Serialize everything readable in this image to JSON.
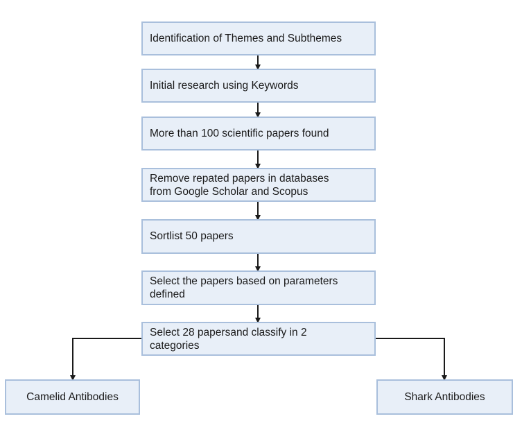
{
  "steps": [
    "Identification of Themes and Subthemes",
    "Initial research using Keywords",
    "More than 100  scientific papers found",
    "Remove repated papers in databases\nfrom Google Scholar and Scopus",
    "Sortlist 50 papers",
    "Select the papers based on parameters\ndefined",
    "Select 28 papersand classify in 2\ncategories"
  ],
  "outcomes": {
    "left": "Camelid Antibodies",
    "right": "Shark Antibodies"
  },
  "colors": {
    "box_fill": "#e8eff8",
    "box_border": "#a9bfdc",
    "arrow": "#1a1a1a"
  }
}
